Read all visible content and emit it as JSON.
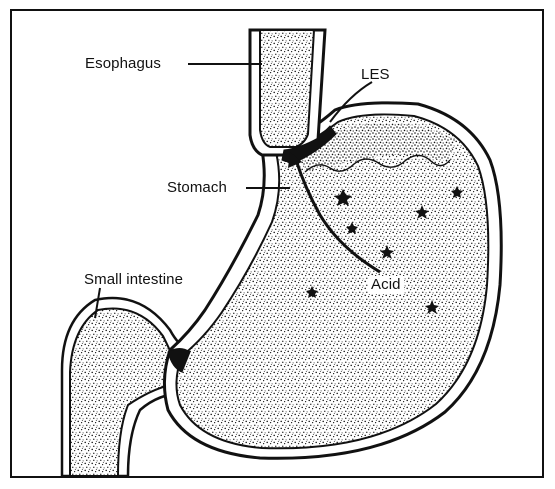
{
  "labels": {
    "esophagus": "Esophagus",
    "les": "LES",
    "stomach": "Stomach",
    "small_intestine": "Small intestine",
    "acid": "Acid"
  }
}
